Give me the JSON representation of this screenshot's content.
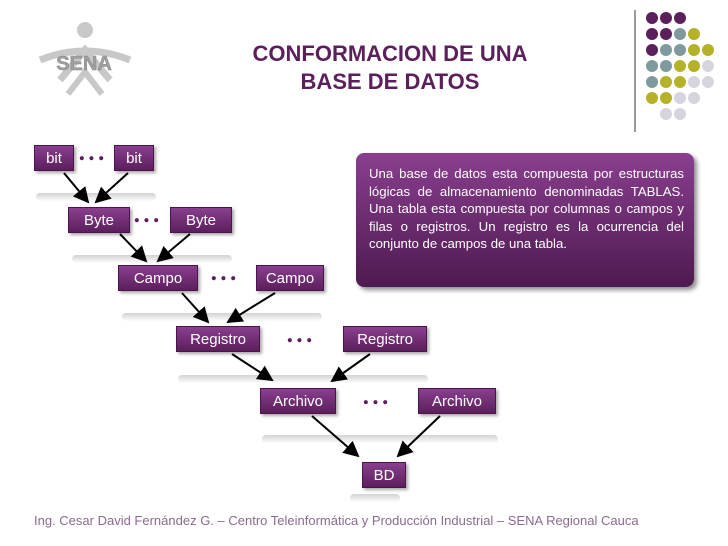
{
  "title": {
    "line1": "CONFORMACION DE UNA",
    "line2": "BASE DE DATOS"
  },
  "logo": {
    "icon": "sena-logo-icon",
    "text": "SENA"
  },
  "diagram": {
    "nodes": {
      "bit_left": "bit",
      "bit_right": "bit",
      "byte_left": "Byte",
      "byte_right": "Byte",
      "campo_left": "Campo",
      "campo_right": "Campo",
      "registro_left": "Registro",
      "registro_right": "Registro",
      "archivo_left": "Archivo",
      "archivo_right": "Archivo",
      "bd": "BD"
    },
    "ellipsis": "...",
    "callout_text": "Una base de datos esta compuesta por estructuras lógicas de almacenamiento denominadas TABLAS. Una tabla esta compuesta por columnas o campos y filas o registros. Un registro  es la ocurrencia  del conjunto de campos de una tabla."
  },
  "colors": {
    "accent_purple": "#5b1f5c",
    "olive": "#b5b22a",
    "slate": "#7f9a9c",
    "light_gray": "#d5d5dd"
  },
  "footer": "Ing. Cesar David Fernández G. – Centro Teleinformática y Producción Industrial – SENA Regional Cauca"
}
